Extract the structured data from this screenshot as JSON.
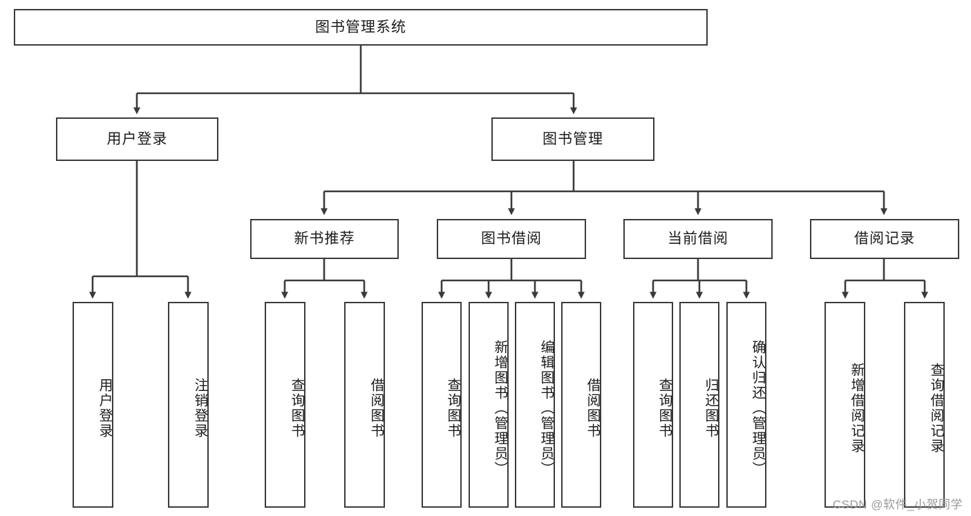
{
  "diagram": {
    "title": "图书管理系统",
    "type": "tree-hierarchy",
    "watermark": "CSDN @软件_小贺同学",
    "colors": {
      "stroke": "#3a3a3a",
      "fill": "#ffffff",
      "text": "#1b1b1b",
      "watermark": "#9a9a9a"
    }
  },
  "nodes": {
    "root": {
      "label": "图书管理系统"
    },
    "level1": [
      {
        "id": "user-login",
        "label": "用户登录"
      },
      {
        "id": "book-manage",
        "label": "图书管理"
      }
    ],
    "level2": [
      {
        "id": "new-book-recommend",
        "label": "新书推荐"
      },
      {
        "id": "book-borrow",
        "label": "图书借阅"
      },
      {
        "id": "current-borrow",
        "label": "当前借阅"
      },
      {
        "id": "borrow-record",
        "label": "借阅记录"
      }
    ],
    "leaves": {
      "user-login": [
        {
          "id": "leaf-user-login",
          "label": "用户登录"
        },
        {
          "id": "leaf-logout",
          "label": "注销登录"
        }
      ],
      "new-book-recommend": [
        {
          "id": "leaf-query-book-1",
          "label": "查询图书"
        },
        {
          "id": "leaf-borrow-book-1",
          "label": "借阅图书"
        }
      ],
      "book-borrow": [
        {
          "id": "leaf-query-book-2",
          "label": "查询图书"
        },
        {
          "id": "leaf-add-book",
          "label": "新增图书（管理员）"
        },
        {
          "id": "leaf-edit-book",
          "label": "编辑图书（管理员）"
        },
        {
          "id": "leaf-borrow-book-2",
          "label": "借阅图书"
        }
      ],
      "current-borrow": [
        {
          "id": "leaf-query-book-3",
          "label": "查询图书"
        },
        {
          "id": "leaf-return-book",
          "label": "归还图书"
        },
        {
          "id": "leaf-confirm-return",
          "label": "确认归还（管理员）"
        }
      ],
      "borrow-record": [
        {
          "id": "leaf-add-record",
          "label": "新增借阅记录"
        },
        {
          "id": "leaf-query-record",
          "label": "查询借阅记录"
        }
      ]
    }
  }
}
